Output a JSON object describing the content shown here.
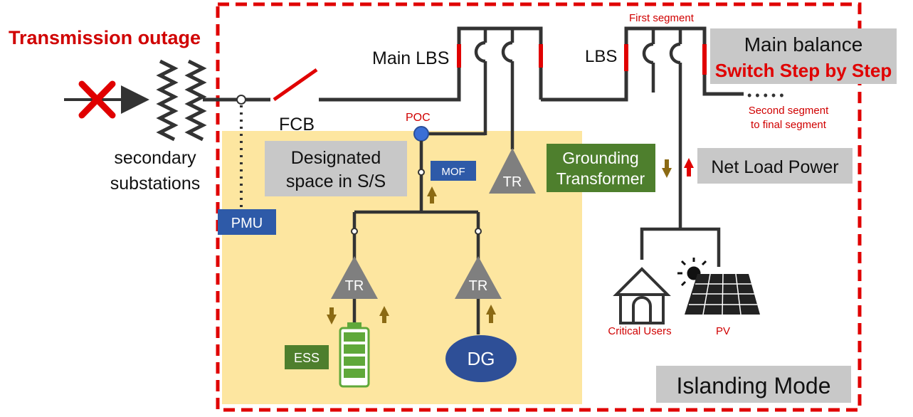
{
  "title": "Transmission outage",
  "labels": {
    "secondary_substations_line1": "secondary",
    "secondary_substations_line2": "substations",
    "fcb": "FCB",
    "main_lbs": "Main LBS",
    "lbs": "LBS",
    "poc": "POC",
    "first_segment": "First segment",
    "second_segment_line1": "Second segment",
    "second_segment_line2": "to final segment",
    "critical_users": "Critical Users",
    "pv": "PV",
    "ellipsis": "• • • • •"
  },
  "boxes": {
    "designated_line1": "Designated",
    "designated_line2": "space in S/S",
    "mof": "MOF",
    "pmu": "PMU",
    "grounding_line1": "Grounding",
    "grounding_line2": "Transformer",
    "net_load_power": "Net Load Power",
    "main_balance_line1": "Main balance",
    "main_balance_line2": "Switch Step by Step",
    "ess": "ESS",
    "islanding_mode": "Islanding Mode",
    "dg": "DG"
  },
  "transformers": {
    "tr_grid": "TR",
    "tr_ess": "TR",
    "tr_dg": "TR"
  },
  "colors": {
    "red": "#e00000",
    "dark_line": "#333333",
    "yellow_area": "#fde6a0",
    "grey_box": "#c8c8c8",
    "blue": "#2e5aa8",
    "green": "#4e7f2d",
    "gold_arrow": "#8b6a14",
    "triangle": "#7f7f7f"
  },
  "icons": [
    "outage-x-icon",
    "coil-icon",
    "battery-icon",
    "house-icon",
    "solar-panel-icon",
    "sun-icon",
    "arrow-up-icon",
    "arrow-down-icon"
  ]
}
